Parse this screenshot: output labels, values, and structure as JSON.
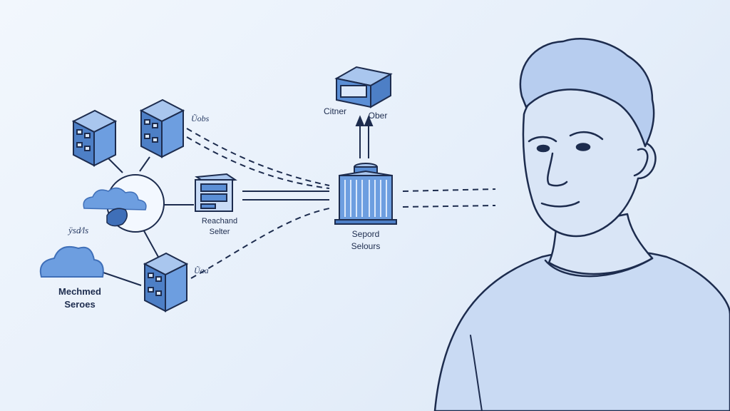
{
  "labels": {
    "mesh_servers_line1": "Mechmed",
    "mesh_servers_line2": "Seroes",
    "reachand_line1": "Reachand",
    "reachand_line2": "Selter",
    "central_line1": "Sepord",
    "central_line2": "Selours",
    "client_left": "Citner",
    "client_right": "Ober"
  },
  "annotations": {
    "top_note": "Ũobs",
    "left_note": "ÿsd⁄ls",
    "bottom_note": "Ũaa"
  },
  "colors": {
    "ink": "#1d2c4e",
    "server_fill": "#5b8fd6",
    "server_light": "#a9c6ee",
    "cloud": "#6d9ee0",
    "skin": "#d9e5f6",
    "shirt": "#c9daf3"
  },
  "icons": [
    "server-rack-icon",
    "cloud-icon",
    "storage-box-icon",
    "datacenter-tower-icon",
    "client-box-icon",
    "person-illustration"
  ]
}
